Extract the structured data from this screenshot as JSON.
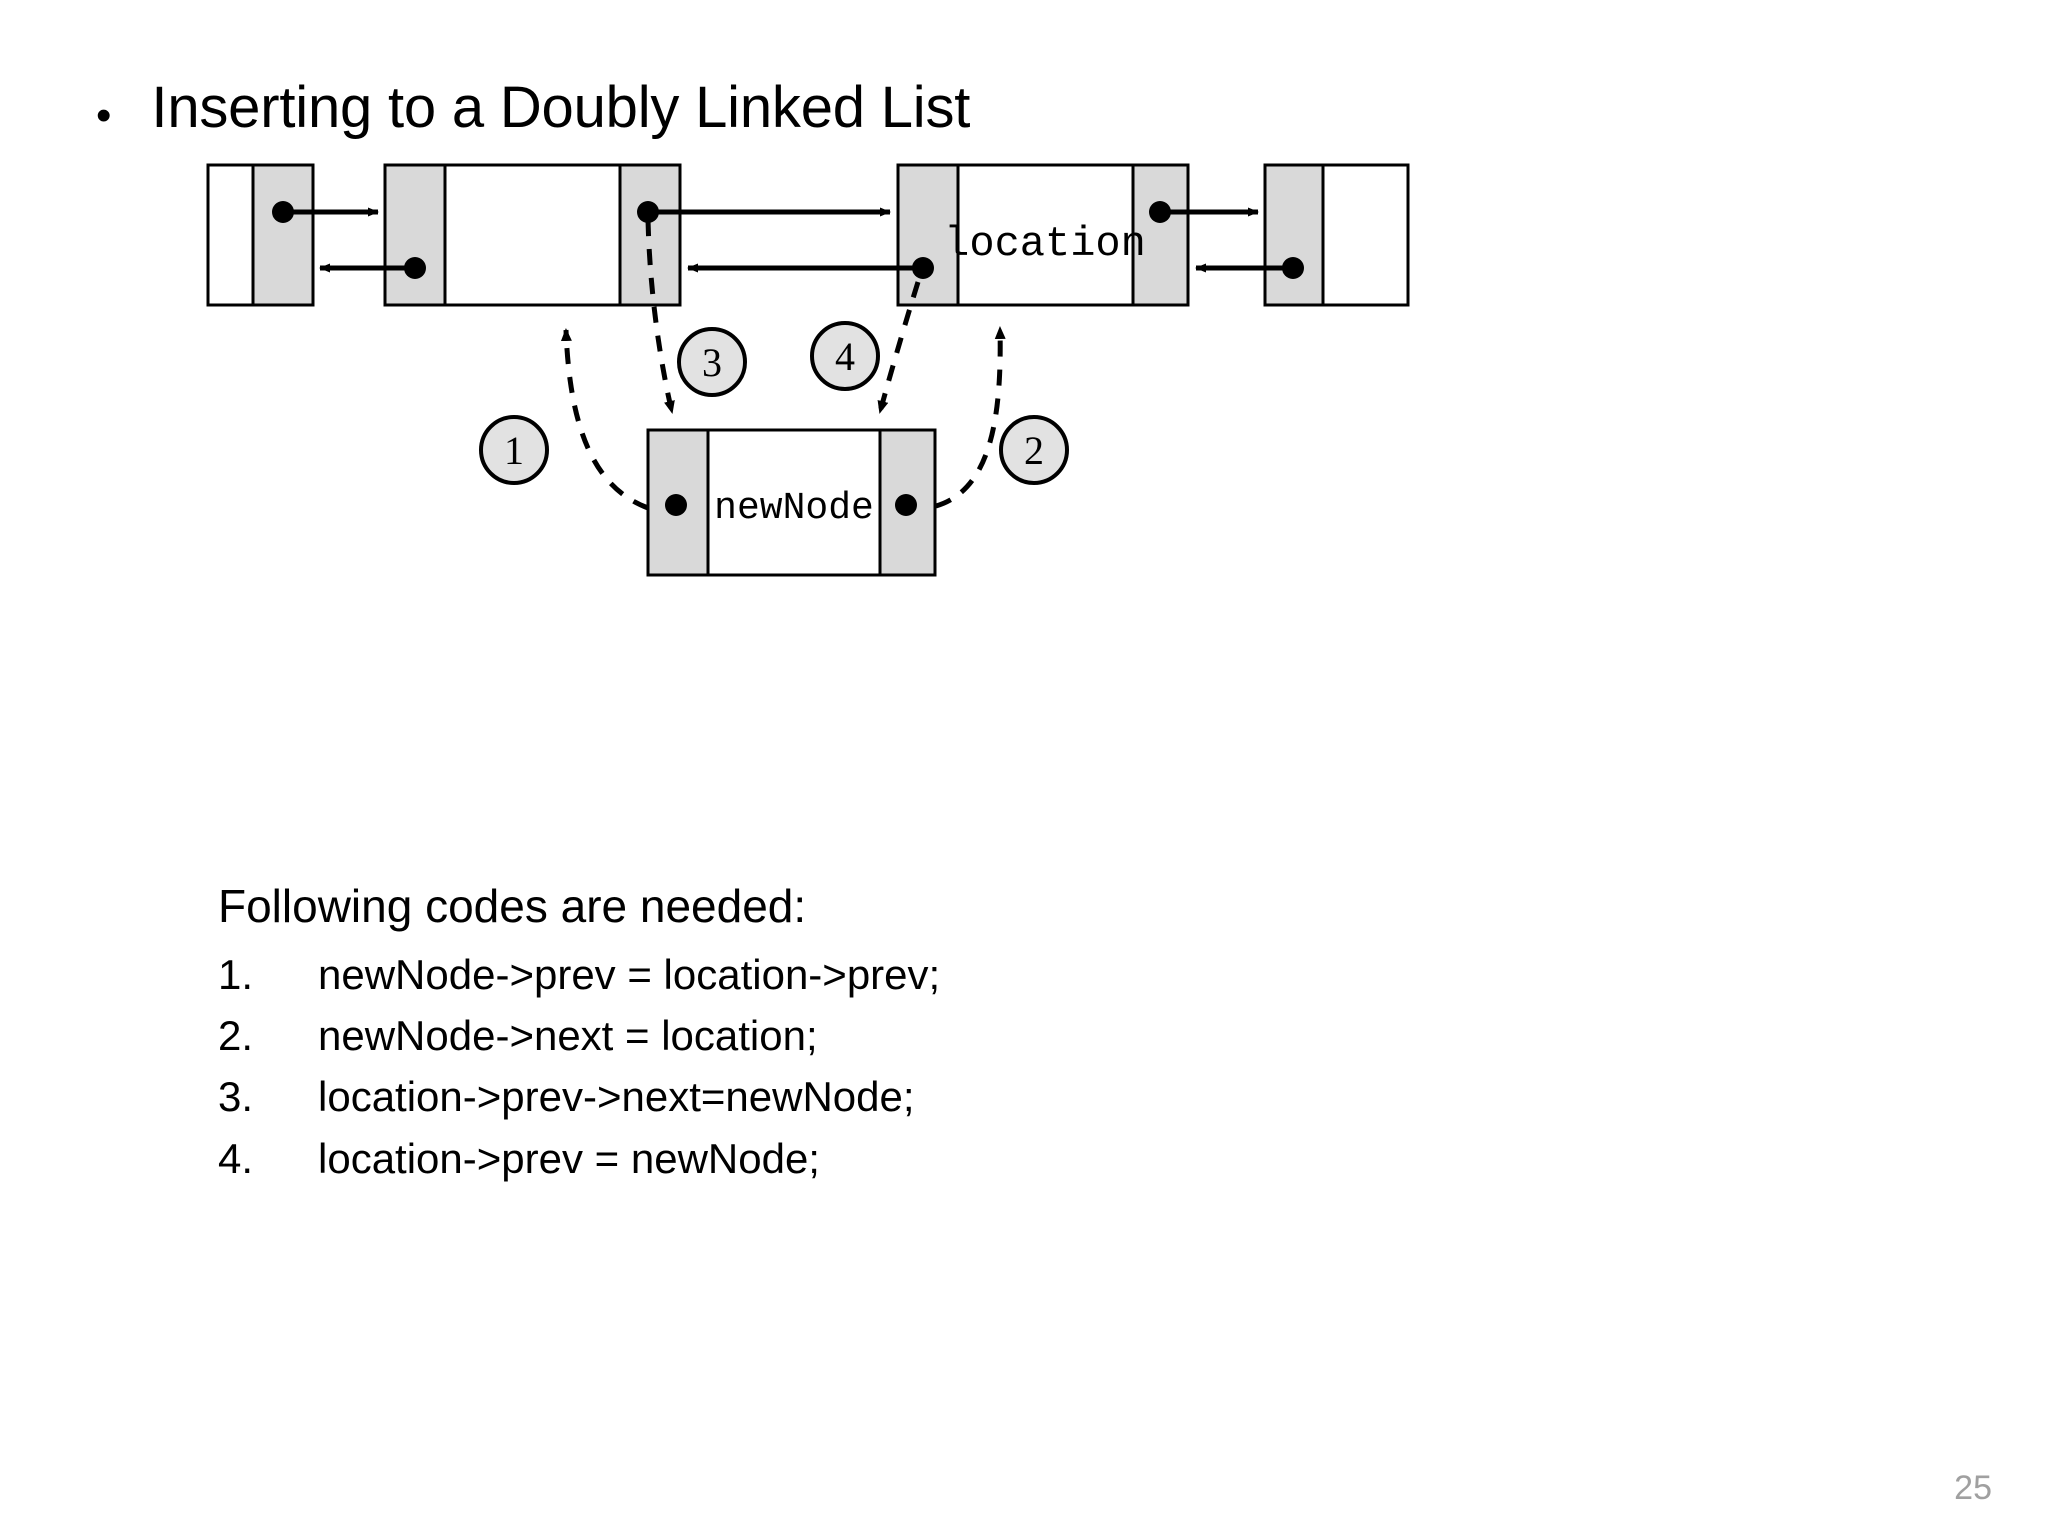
{
  "slide": {
    "bullet_glyph": "•",
    "title": "Inserting to a Doubly Linked List",
    "page_number": "25"
  },
  "diagram": {
    "type": "doubly-linked-list-insertion",
    "node_labels": {
      "location": "location",
      "new_node": "newNode"
    },
    "step_markers": [
      "1",
      "2",
      "3",
      "4"
    ],
    "colors": {
      "pointer_cell_fill": "#d9d9d9",
      "node_fill": "#ffffff",
      "stroke": "#000000",
      "marker_fill": "#e2e2e2"
    },
    "solid_links": [
      {
        "from": "node-a-next",
        "to": "node-b",
        "direction": "right"
      },
      {
        "from": "node-b-prev",
        "to": "node-a",
        "direction": "left"
      },
      {
        "from": "node-b-next",
        "to": "location",
        "direction": "right"
      },
      {
        "from": "location-prev",
        "to": "node-b",
        "direction": "left"
      },
      {
        "from": "location-next",
        "to": "node-d",
        "direction": "right"
      },
      {
        "from": "node-d-prev",
        "to": "location",
        "direction": "left"
      }
    ],
    "dashed_links": [
      {
        "marker": "1",
        "from": "newNode-prev",
        "to": "node-b",
        "label": "newNode->prev = location->prev;"
      },
      {
        "marker": "2",
        "from": "newNode-next",
        "to": "location",
        "label": "newNode->next = location;"
      },
      {
        "marker": "3",
        "from": "node-b-next",
        "to": "newNode",
        "label": "location->prev->next=newNode;"
      },
      {
        "marker": "4",
        "from": "location-prev",
        "to": "newNode",
        "label": "location->prev = newNode;"
      }
    ]
  },
  "codes": {
    "heading": "Following codes are needed:",
    "items": [
      {
        "num": "1.",
        "text": "newNode->prev = location->prev;"
      },
      {
        "num": "2.",
        "text": "newNode->next = location;"
      },
      {
        "num": "3.",
        "text": "location->prev->next=newNode;"
      },
      {
        "num": "4.",
        "text": "location->prev = newNode;"
      }
    ]
  }
}
